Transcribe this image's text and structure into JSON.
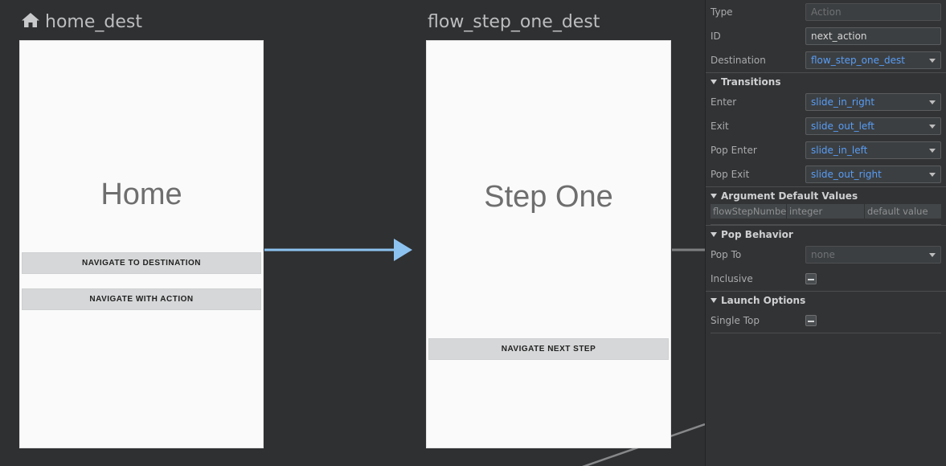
{
  "canvas": {
    "background_color": "#2f3032",
    "destinations": [
      {
        "id": "home_dest",
        "title": "home_dest",
        "icon": "home-icon",
        "has_icon": true,
        "screen_label": "Home",
        "buttons": [
          {
            "label": "NAVIGATE TO DESTINATION"
          },
          {
            "label": "NAVIGATE WITH ACTION"
          }
        ]
      },
      {
        "id": "flow_step_one_dest",
        "title": "flow_step_one_dest",
        "icon": null,
        "has_icon": false,
        "screen_label": "Step One",
        "buttons": [
          {
            "label": "NAVIGATE NEXT STEP"
          }
        ]
      }
    ],
    "edges": [
      {
        "name": "home-to-flow-step-one",
        "style": "arrow",
        "color": "#8cc2f0"
      },
      {
        "name": "flow-step-one-right-stub",
        "style": "line",
        "color": "#7d7f81"
      },
      {
        "name": "incoming-diagonal",
        "style": "line",
        "color": "#86888a"
      }
    ]
  },
  "panel": {
    "accent_color": "#589df6",
    "background_color": "#313335",
    "fields": [
      {
        "name": "type",
        "label": "Type",
        "value": "Action",
        "control": "text",
        "disabled": true
      },
      {
        "name": "id",
        "label": "ID",
        "value": "next_action",
        "control": "text",
        "disabled": false
      },
      {
        "name": "destination",
        "label": "Destination",
        "value": "flow_step_one_dest",
        "control": "combo",
        "disabled": false
      }
    ],
    "transitions": {
      "header": "Transitions",
      "rows": [
        {
          "name": "enter",
          "label": "Enter",
          "value": "slide_in_right"
        },
        {
          "name": "exit",
          "label": "Exit",
          "value": "slide_out_left"
        },
        {
          "name": "pop-enter",
          "label": "Pop Enter",
          "value": "slide_in_left"
        },
        {
          "name": "pop-exit",
          "label": "Pop Exit",
          "value": "slide_out_right"
        }
      ]
    },
    "argument_default_values": {
      "header": "Argument Default Values",
      "rows": [
        {
          "name": "flowStepNumber",
          "cells": [
            "flowStepNumbe",
            "integer",
            "default value"
          ]
        }
      ]
    },
    "pop_behavior": {
      "header": "Pop Behavior",
      "pop_to": {
        "label": "Pop To",
        "value": "none",
        "disabled": true
      },
      "inclusive": {
        "label": "Inclusive",
        "checked": false
      }
    },
    "launch_options": {
      "header": "Launch Options",
      "single_top": {
        "label": "Single Top",
        "checked": false
      }
    }
  }
}
